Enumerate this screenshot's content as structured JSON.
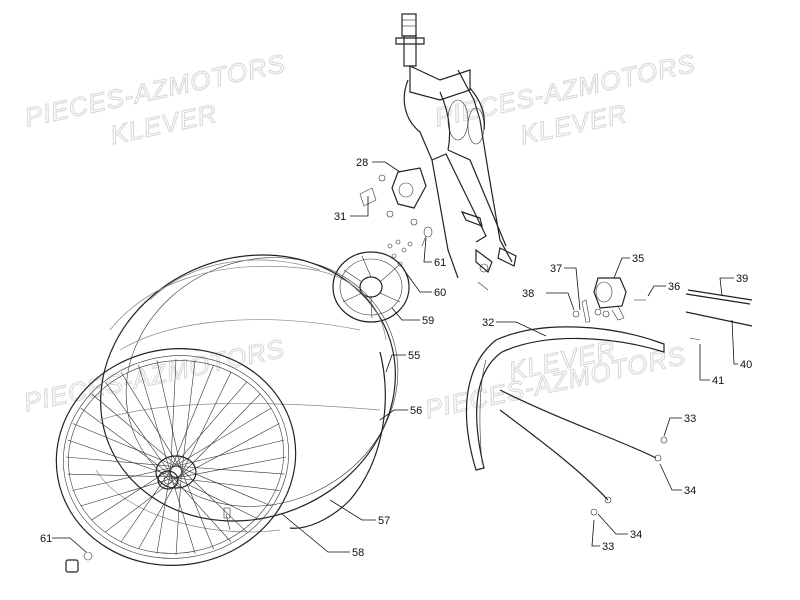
{
  "watermarks": [
    {
      "line1": "PIECES-AZMOTORS",
      "line2": "KLEVER"
    },
    {
      "line1": "PIECES-AZMOTORS",
      "line2": "KLEVER"
    },
    {
      "line1": "PIECES-AZMOTORS",
      "line2": "KLEVER"
    },
    {
      "line1": "PIECES-AZMOTORS",
      "line2": "KLEVER"
    }
  ],
  "callouts": {
    "c28": "28",
    "c31": "31",
    "c61a": "61",
    "c60": "60",
    "c59": "59",
    "c55": "55",
    "c56": "56",
    "c57": "57",
    "c58": "58",
    "c61b": "61",
    "c37": "37",
    "c35": "35",
    "c38": "38",
    "c36": "36",
    "c39": "39",
    "c32": "32",
    "c40": "40",
    "c41": "41",
    "c33a": "33",
    "c34a": "34",
    "c34b": "34",
    "c33b": "33"
  }
}
